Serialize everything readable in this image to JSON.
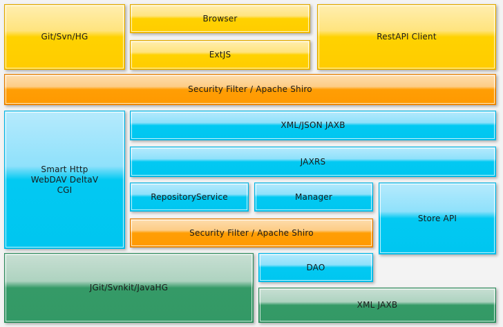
{
  "diagram": {
    "title": "Layered architecture stack",
    "background_color": "#f3f3f3",
    "palette": {
      "yellow_light": "#ffeeb0",
      "yellow_solid": "#ffcc00",
      "orange_light": "#fdddae",
      "orange_solid": "#ff9900",
      "cyan_light": "#b6eafc",
      "cyan_solid": "#00c6f0",
      "green_light": "#c8dfd3",
      "green_solid": "#339966",
      "text_color": "#1a1a1a"
    },
    "layers": [
      {
        "name": "client-layer",
        "color": "yellow",
        "nodes": [
          {
            "id": "git-svn-hg",
            "label": "Git/Svn/HG"
          },
          {
            "id": "browser",
            "label": "Browser"
          },
          {
            "id": "extjs",
            "label": "ExtJS"
          },
          {
            "id": "restapi-client",
            "label": "RestAPI Client"
          }
        ]
      },
      {
        "name": "security-layer-top",
        "color": "orange",
        "nodes": [
          {
            "id": "security-filter-top",
            "label": "Security Filter / Apache Shiro"
          }
        ]
      },
      {
        "name": "service-layer",
        "color": "cyan",
        "nodes": [
          {
            "id": "smart-http",
            "label": "Smart Http\nWebDAV DeltaV\nCGI"
          },
          {
            "id": "xml-json-jaxb",
            "label": "XML/JSON JAXB"
          },
          {
            "id": "jaxrs",
            "label": "JAXRS"
          },
          {
            "id": "repository-service",
            "label": "RepositoryService"
          },
          {
            "id": "manager",
            "label": "Manager"
          },
          {
            "id": "store-api",
            "label": "Store API"
          },
          {
            "id": "dao",
            "label": "DAO"
          }
        ]
      },
      {
        "name": "security-layer-inner",
        "color": "orange",
        "nodes": [
          {
            "id": "security-filter-inner",
            "label": "Security Filter / Apache Shiro"
          }
        ]
      },
      {
        "name": "persistence-layer",
        "color": "green",
        "nodes": [
          {
            "id": "jgit-svnkit-javahg",
            "label": "JGit/Svnkit/JavaHG"
          },
          {
            "id": "xml-jaxb",
            "label": "XML JAXB"
          }
        ]
      }
    ]
  },
  "boxes": {
    "git_svn_hg": "Git/Svn/HG",
    "browser": "Browser",
    "extjs": "ExtJS",
    "restapi_client": "RestAPI Client",
    "security_filter_top": "Security Filter / Apache Shiro",
    "smart_http": "Smart Http\nWebDAV DeltaV\nCGI",
    "xml_json_jaxb": "XML/JSON JAXB",
    "jaxrs": "JAXRS",
    "repository_service": "RepositoryService",
    "manager": "Manager",
    "security_filter_inner": "Security Filter / Apache Shiro",
    "store_api": "Store API",
    "dao": "DAO",
    "jgit_svnkit_javahg": "JGit/Svnkit/JavaHG",
    "xml_jaxb": "XML JAXB"
  }
}
